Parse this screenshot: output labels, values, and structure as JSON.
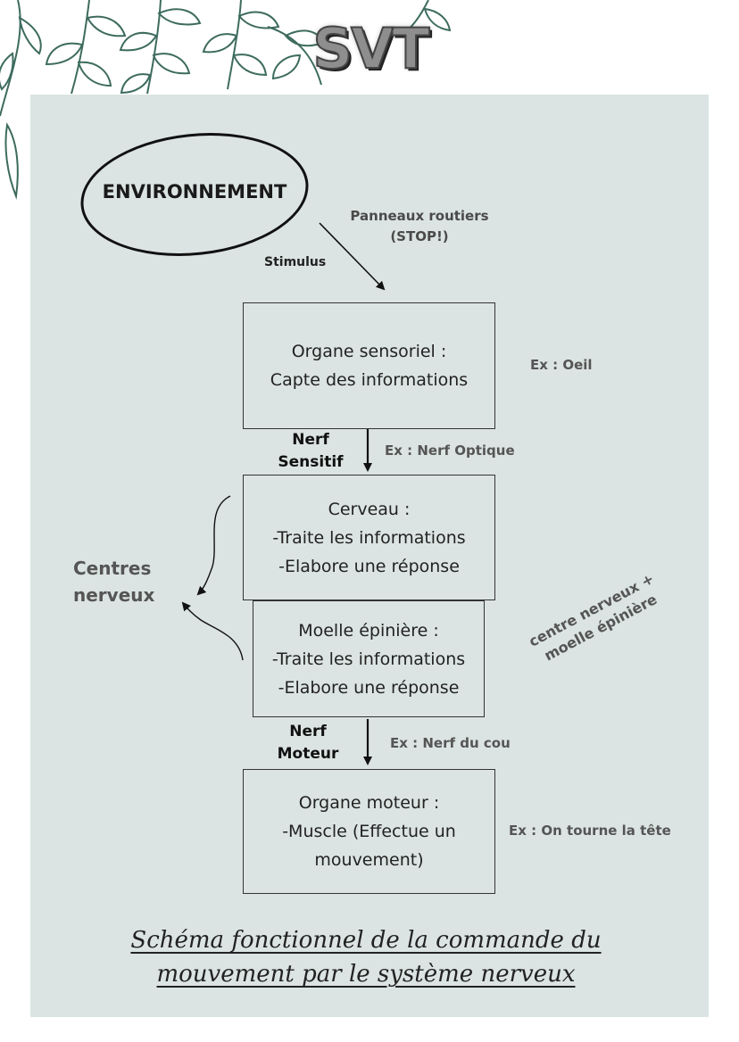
{
  "logo": {
    "text": "SVT"
  },
  "environment": {
    "label": "ENVIRONNEMENT",
    "stimulus": "Stimulus",
    "example": [
      "Panneaux routiers",
      "(STOP!)"
    ]
  },
  "boxes": {
    "sensory": {
      "title": "Organe sensoriel :",
      "lines": [
        "Capte des informations"
      ],
      "example": "Ex : Oeil"
    },
    "brain": {
      "title": "Cerveau :",
      "lines": [
        "-Traite les informations",
        "-Elabore une réponse"
      ]
    },
    "spinal": {
      "title": "Moelle épinière :",
      "lines": [
        "-Traite les informations",
        "-Elabore une réponse"
      ]
    },
    "motor": {
      "title": "Organe moteur :",
      "lines": [
        "-Muscle (Effectue un",
        "mouvement)"
      ],
      "example": "Ex : On tourne la tête"
    }
  },
  "nerves": {
    "sensitive": {
      "line1": "Nerf",
      "line2": "Sensitif",
      "example": "Ex : Nerf Optique"
    },
    "motor": {
      "line1": "Nerf",
      "line2": "Moteur",
      "example": "Ex : Nerf du cou"
    }
  },
  "side_labels": {
    "centres": [
      "Centres",
      "nerveux"
    ],
    "rotated": [
      "centre nerveux +",
      "moelle épinière"
    ]
  },
  "caption": [
    "Schéma fonctionnel de la commande du",
    "mouvement par le système nerveux"
  ],
  "colors": {
    "panel": "#dbe4e2",
    "leaves": "#3d6b5e",
    "text": "#222222",
    "muted_label": "#555555"
  }
}
